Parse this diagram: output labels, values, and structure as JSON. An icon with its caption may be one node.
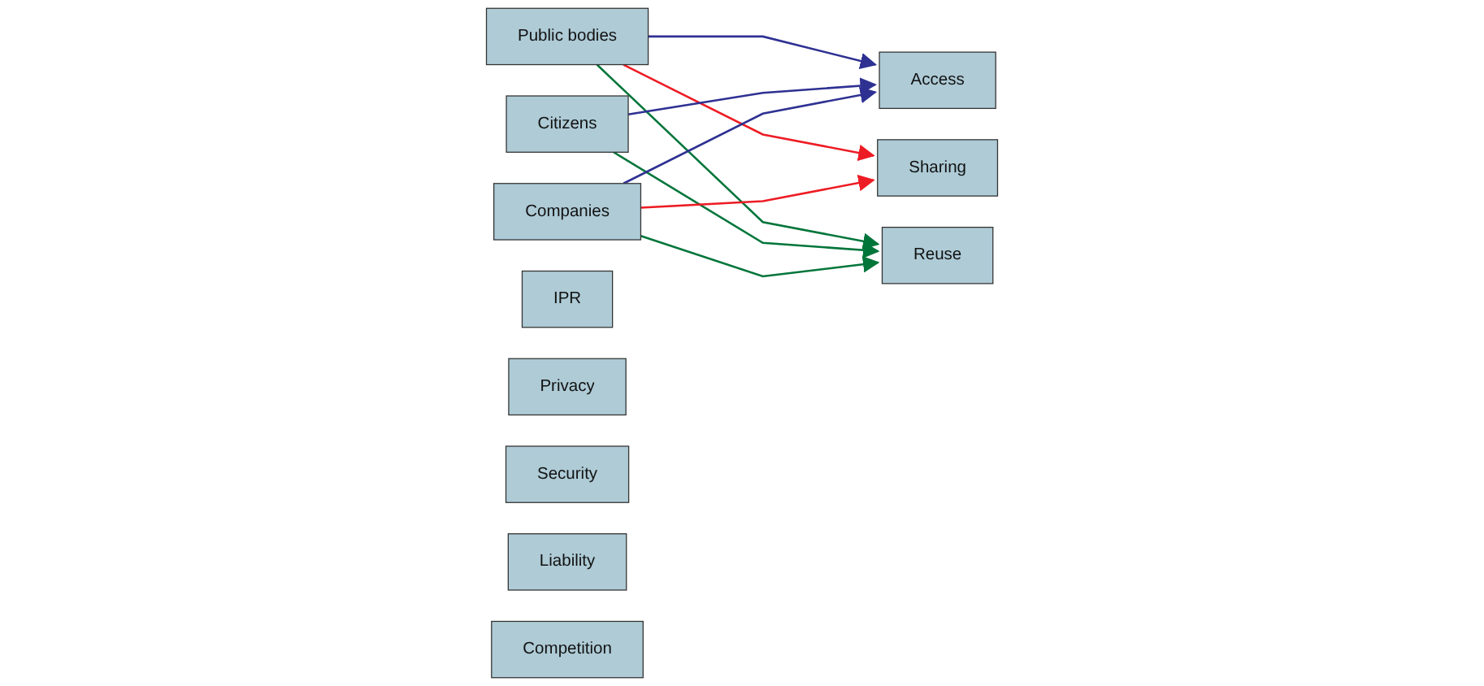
{
  "diagram": {
    "nodes": [
      {
        "text": [
          "Public bodies"
        ]
      },
      {
        "text": [
          "Citizens"
        ]
      },
      {
        "text": [
          "Companies"
        ]
      },
      {
        "text": [
          "Access"
        ]
      },
      {
        "text": [
          "Sharing"
        ]
      },
      {
        "text": [
          "Reuse"
        ]
      },
      {
        "text": [
          "IPR"
        ]
      },
      {
        "text": [
          "Privacy"
        ]
      },
      {
        "text": [
          "Security"
        ]
      },
      {
        "text": [
          "Liability"
        ]
      },
      {
        "text": [
          "Competition"
        ]
      }
    ],
    "edges": [
      {
        "from": 0,
        "to": 3,
        "arrow": "to",
        "color": "#2e3192"
      },
      {
        "from": 0,
        "to": 4,
        "arrow": "to",
        "color": "#ed1c24"
      },
      {
        "from": 0,
        "to": 5,
        "arrow": "to",
        "color": "#00753a"
      },
      {
        "from": 1,
        "to": 3,
        "arrow": "to",
        "color": "#2e3192"
      },
      {
        "from": 1,
        "to": 5,
        "arrow": "to",
        "color": "#00753a"
      },
      {
        "from": 2,
        "to": 3,
        "arrow": "to",
        "color": "#2e3192"
      },
      {
        "from": 2,
        "to": 4,
        "arrow": "to",
        "color": "#ed1c24"
      },
      {
        "from": 2,
        "to": 5,
        "arrow": "to",
        "color": "#00753a"
      }
    ]
  }
}
